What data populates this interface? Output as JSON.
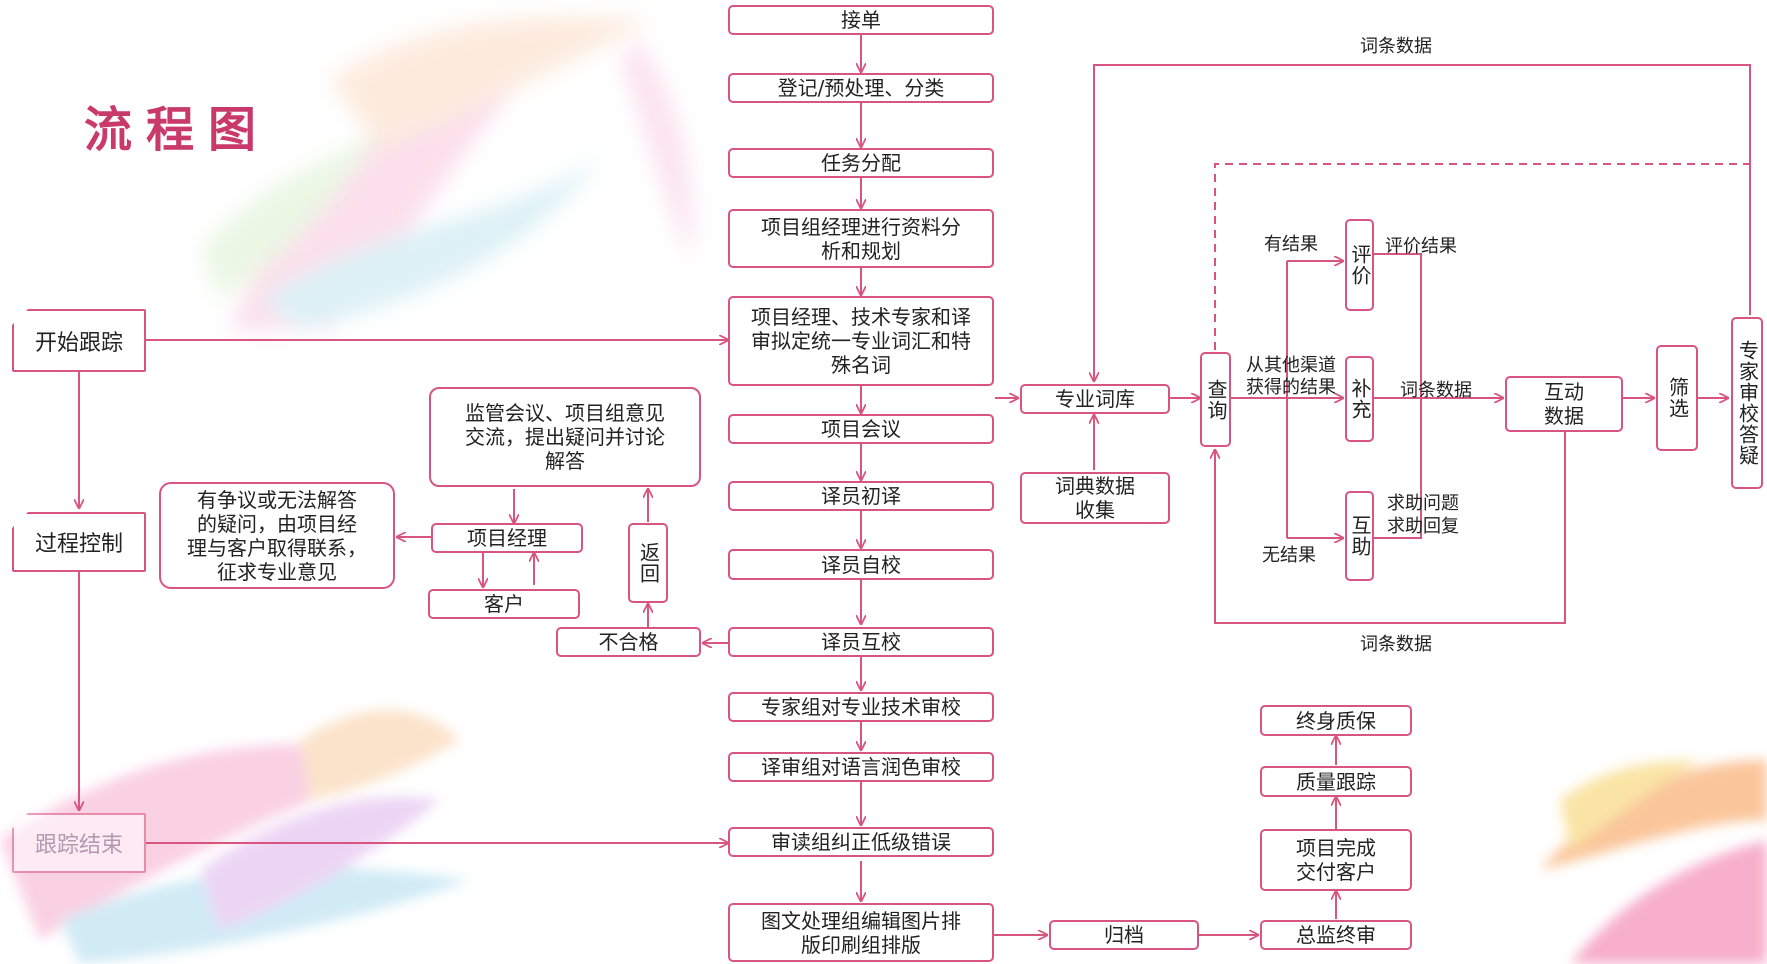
{
  "title": "流程图",
  "stages": {
    "start": "开始跟踪",
    "process": "过程控制",
    "end": "跟踪结束"
  },
  "main_flow": [
    "接单",
    "登记/预处理、分类",
    "任务分配",
    "项目组经理进行资料分\n析和规划",
    "项目经理、技术专家和译\n审拟定统一专业词汇和特\n殊名词",
    "项目会议",
    "译员初译",
    "译员自校",
    "译员互校",
    "专家组对专业技术审校",
    "译审组对语言润色审校",
    "审读组纠正低级错误",
    "图文处理组编辑图片排\n版印刷组排版"
  ],
  "left_branch": {
    "meeting": "监管会议、项目组意见\n交流，提出疑问并讨论\n解答",
    "dispute": "有争议或无法解答\n的疑问，由项目经\n理与客户取得联系，\n征求专业意见",
    "pm": "项目经理",
    "client": "客户",
    "return": "返回",
    "fail": "不合格"
  },
  "terminology": {
    "library": "专业词库",
    "dict_collect": "词典数据\n收集",
    "query": "查询",
    "evaluate": "评价",
    "supplement": "补充",
    "help": "互助",
    "interactive": "互动\n数据",
    "filter": "筛选",
    "expert": "专家审校答疑"
  },
  "labels": {
    "entry_data_top": "词条数据",
    "has_result": "有结果",
    "eval_result": "评价结果",
    "other_channel": "从其他渠道\n获得的结果",
    "entry_data_mid": "词条数据",
    "help_q": "求助问题",
    "help_a": "求助回复",
    "no_result": "无结果",
    "entry_data_bottom": "词条数据"
  },
  "completion": {
    "archive": "归档",
    "final_review": "总监终审",
    "delivered": "项目完成\n交付客户",
    "tracking": "质量跟踪",
    "warranty": "终身质保"
  },
  "colors": {
    "line": "#d8557f",
    "title": "#c93a6a"
  }
}
